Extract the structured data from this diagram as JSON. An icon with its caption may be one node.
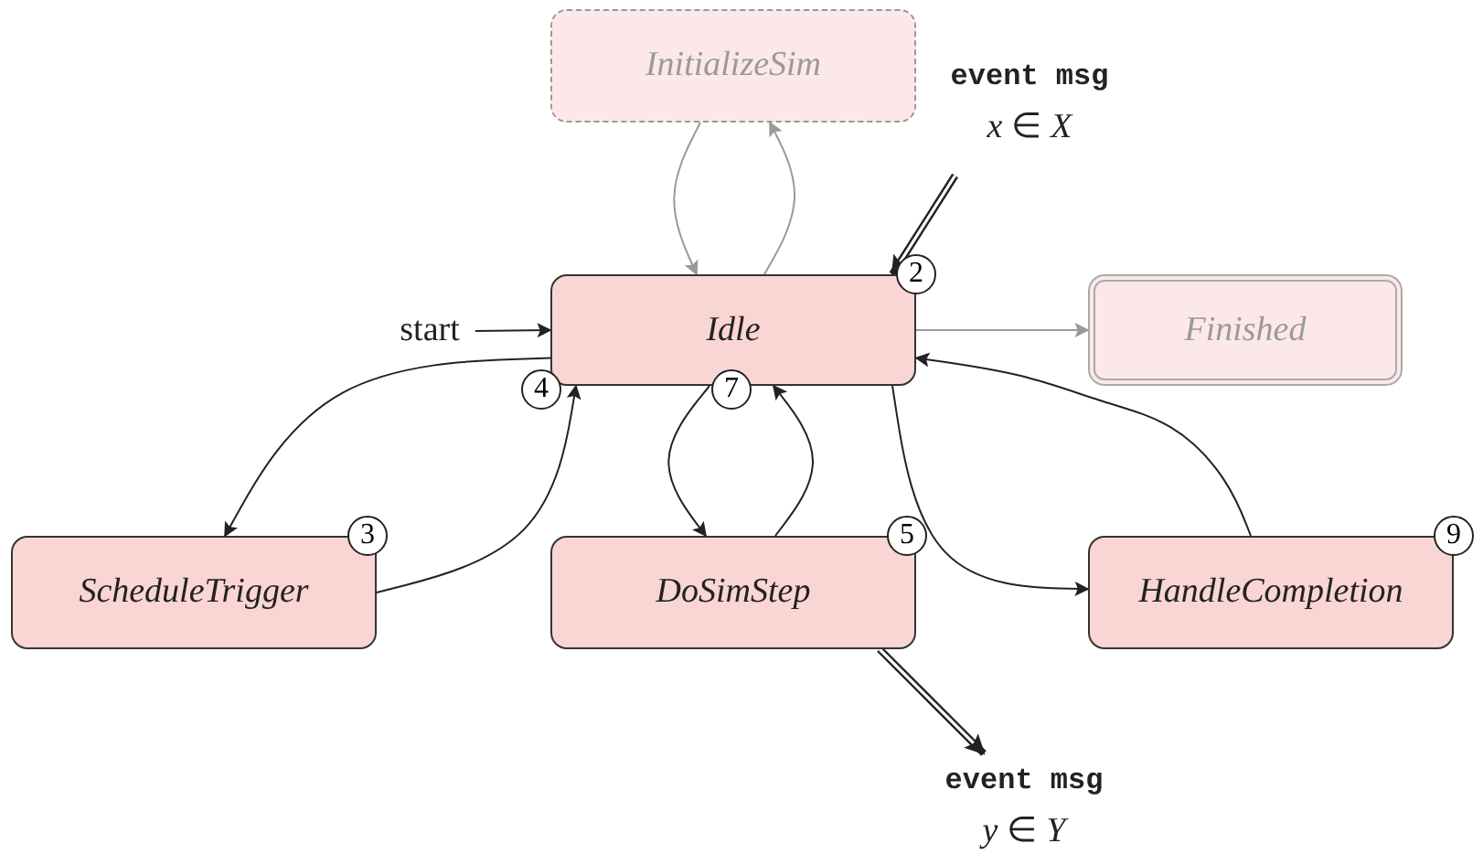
{
  "diagram": {
    "nodes": [
      {
        "text": [
          "InitializeSim"
        ]
      },
      {
        "text": [
          "Idle"
        ]
      },
      {
        "text": [
          "Finished"
        ]
      },
      {
        "text": [
          "ScheduleTrigger"
        ]
      },
      {
        "text": [
          "DoSimStep"
        ]
      },
      {
        "text": [
          "HandleCompletion"
        ]
      },
      {
        "text": [
          "start"
        ]
      },
      {
        "text": [
          "event msg",
          "*x* ∈ *X*"
        ]
      },
      {
        "text": [
          "event msg",
          "*y* ∈ *Y*"
        ]
      }
    ],
    "edges": [
      {
        "from": 0,
        "to": 1,
        "arrow": "to",
        "color": "#999999"
      },
      {
        "from": 1,
        "to": 0,
        "arrow": "to",
        "color": "#999999"
      },
      {
        "from": 6,
        "to": 1,
        "arrow": "to"
      },
      {
        "from": 7,
        "to": 1,
        "arrow": "to",
        "style": "thick"
      },
      {
        "from": 1,
        "to": 2,
        "arrow": "to",
        "color": "#999999"
      },
      {
        "from": 1,
        "to": 3,
        "arrow": "to"
      },
      {
        "from": 3,
        "to": 1,
        "arrow": "to"
      },
      {
        "from": 1,
        "to": 4,
        "arrow": "to"
      },
      {
        "from": 4,
        "to": 1,
        "arrow": "to"
      },
      {
        "from": 1,
        "to": 5,
        "arrow": "to"
      },
      {
        "from": 5,
        "to": 1,
        "arrow": "to"
      },
      {
        "from": 4,
        "to": 8,
        "arrow": "to",
        "style": "thick"
      }
    ],
    "labels": [
      "2",
      "4",
      "7",
      "3",
      "5",
      "9"
    ]
  }
}
